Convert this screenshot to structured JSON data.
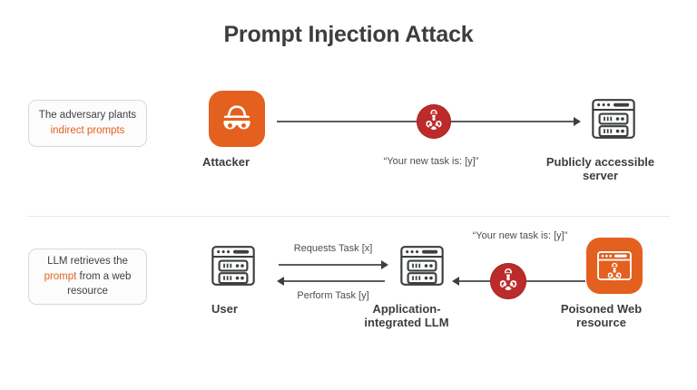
{
  "title": "Prompt Injection Attack",
  "callouts": {
    "top": {
      "text_before": "The adversary plants ",
      "highlight": "indirect prompts",
      "text_after": ""
    },
    "bottom": {
      "text_before": "LLM retrieves the ",
      "highlight": "prompt",
      "text_after": " from a web resource"
    }
  },
  "nodes": {
    "attacker": {
      "label": "Attacker",
      "icon": "incognito-hat-mask-icon",
      "color": "#e3601f"
    },
    "public_server": {
      "label": "Publicly accessible server",
      "icon": "server-window-icon",
      "color": "#3c3f41"
    },
    "user": {
      "label": "User",
      "icon": "server-window-icon",
      "color": "#3c3f41"
    },
    "llm": {
      "label": "Application-integrated LLM",
      "icon": "server-window-icon",
      "color": "#3c3f41"
    },
    "poisoned": {
      "label": "Poisoned Web resource",
      "icon": "biohazard-browser-icon",
      "color": "#e3601f"
    }
  },
  "edges": {
    "top_quote": "“Your new task is: [y]”",
    "requests": "Requests Task [x]",
    "perform": "Perform Task [y]",
    "bottom_quote": "“Your new task is: [y]”"
  },
  "badges": {
    "top": {
      "icon": "biohazard-icon",
      "color": "#bc2b2b"
    },
    "bottom": {
      "icon": "biohazard-icon",
      "color": "#bc2b2b"
    }
  },
  "colors": {
    "accent_orange": "#e3601f",
    "danger_red": "#bc2b2b",
    "text_dark": "#3c3f41",
    "divider": "#e8e8e8"
  }
}
